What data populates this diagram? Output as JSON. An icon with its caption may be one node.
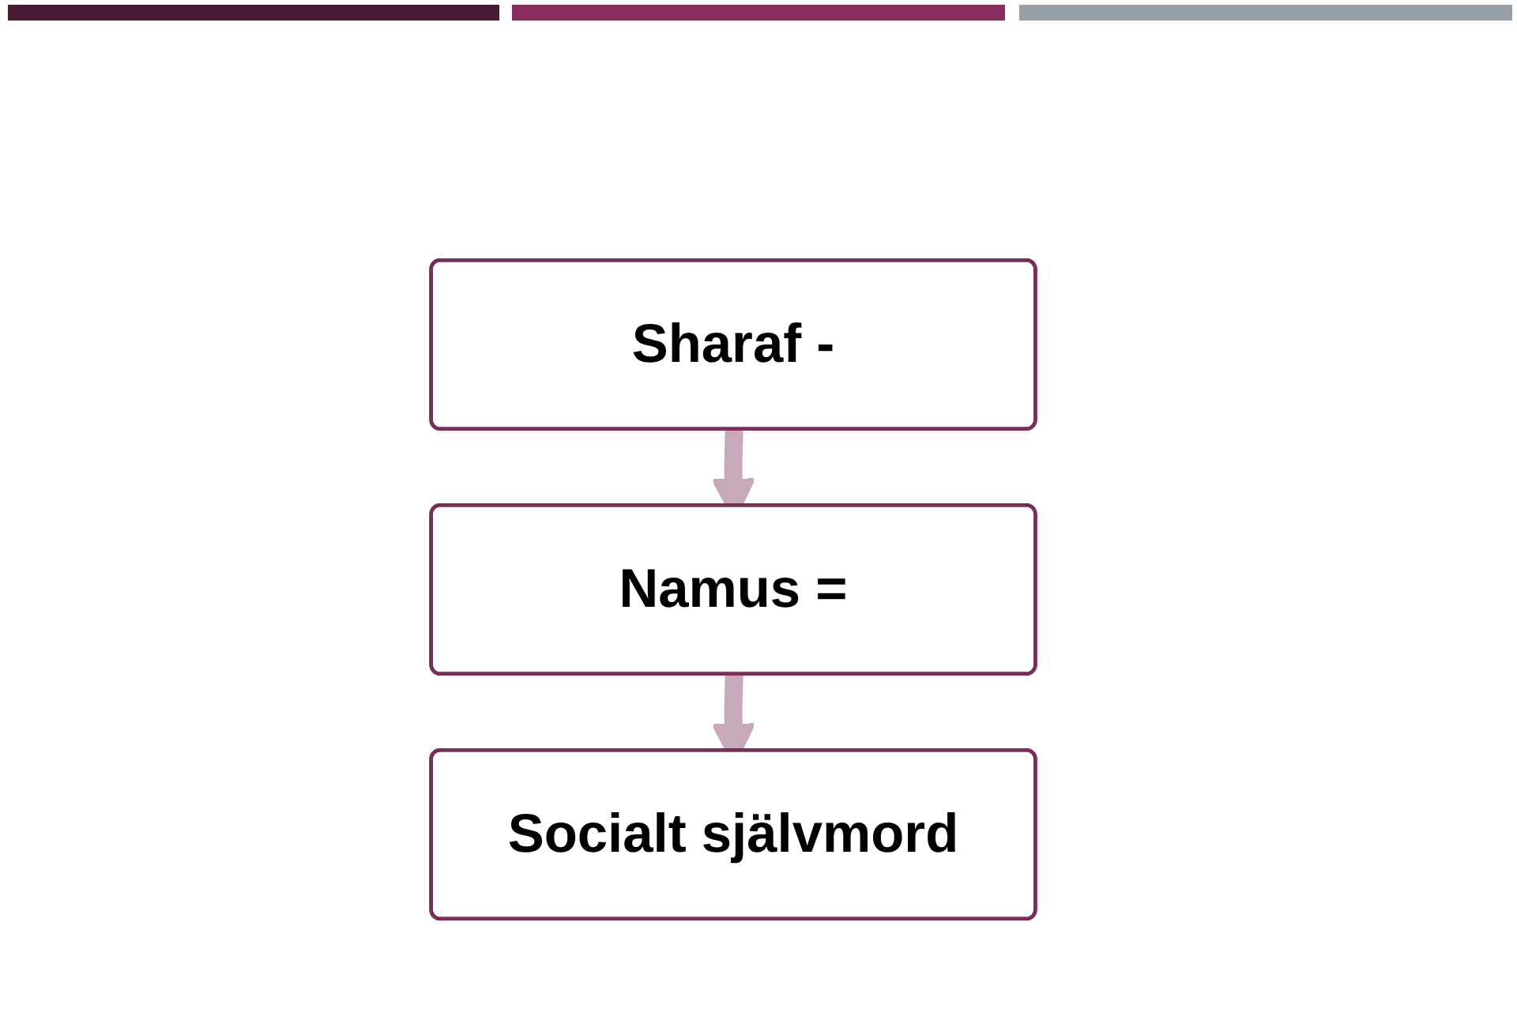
{
  "diagram": {
    "nodes": [
      {
        "text": [
          "Sharaf -"
        ]
      },
      {
        "text": [
          "Namus ="
        ]
      },
      {
        "text": [
          "Socialt självmord"
        ]
      }
    ],
    "edges": [
      {
        "from": 0,
        "to": 1,
        "arrow": "to"
      },
      {
        "from": 1,
        "to": 2,
        "arrow": "to"
      }
    ]
  }
}
